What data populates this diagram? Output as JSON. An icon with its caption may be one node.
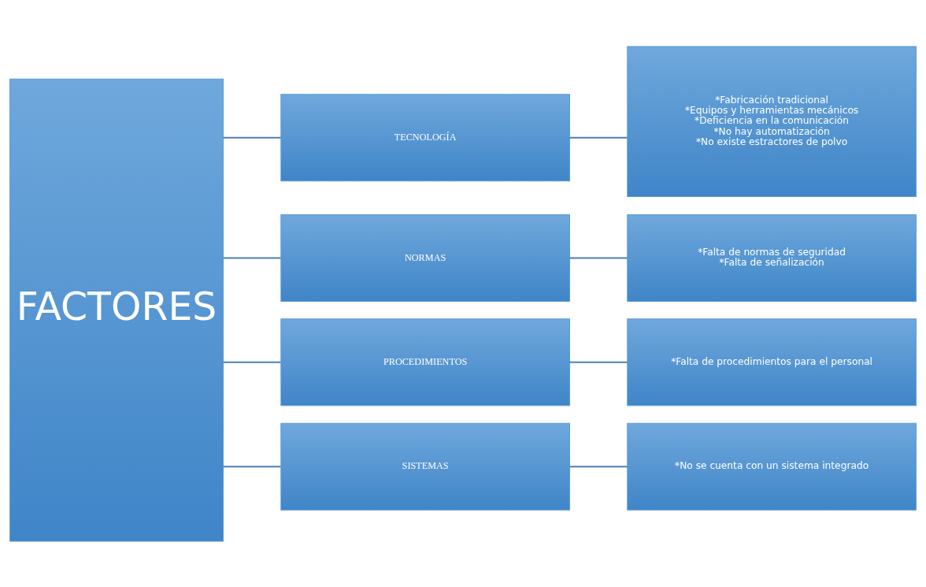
{
  "diagram": {
    "nodes": [
      {
        "text": [
          "FACTORES"
        ]
      },
      {
        "text": [
          "TECNOLOGÍA"
        ]
      },
      {
        "text": [
          "*Fabricación tradicional",
          "*Equipos y herramientas mecánicos",
          "*Deficiencia en la comunicación",
          "*No hay automatización",
          "*No existe estractores de polvo"
        ]
      },
      {
        "text": [
          "NORMAS"
        ]
      },
      {
        "text": [
          "*Falta de normas de seguridad",
          "*Falta de señalización"
        ]
      },
      {
        "text": [
          "PROCEDIMIENTOS"
        ]
      },
      {
        "text": [
          "*Falta de procedimientos para el personal"
        ]
      },
      {
        "text": [
          "SISTEMAS"
        ]
      },
      {
        "text": [
          "*No se cuenta con un sistema integrado"
        ]
      }
    ],
    "edges": [
      {
        "from": 0,
        "to": 1,
        "arrow": "none"
      },
      {
        "from": 0,
        "to": 3,
        "arrow": "none"
      },
      {
        "from": 0,
        "to": 5,
        "arrow": "none"
      },
      {
        "from": 0,
        "to": 7,
        "arrow": "none"
      },
      {
        "from": 1,
        "to": 2,
        "arrow": "none"
      },
      {
        "from": 3,
        "to": 4,
        "arrow": "none"
      },
      {
        "from": 5,
        "to": 6,
        "arrow": "none"
      },
      {
        "from": 7,
        "to": 8,
        "arrow": "none"
      }
    ]
  }
}
